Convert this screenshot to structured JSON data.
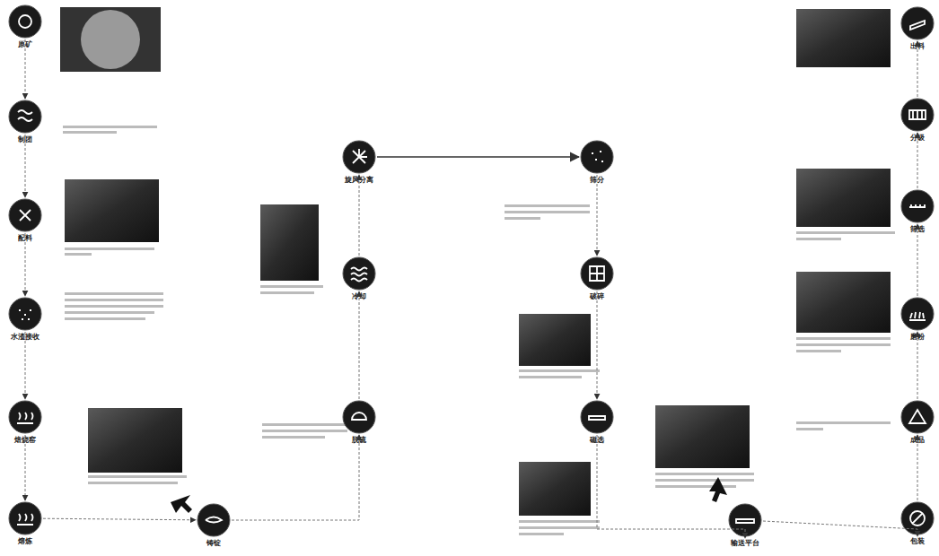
{
  "diagram": {
    "nodes": [
      {
        "text": [
          "原矿"
        ]
      },
      {
        "text": [
          "制团"
        ]
      },
      {
        "text": [
          "配料"
        ]
      },
      {
        "text": [
          "水渣接收"
        ]
      },
      {
        "text": [
          "焙烧窑"
        ]
      },
      {
        "text": [
          "熔炼"
        ]
      },
      {
        "text": [
          "铸锭"
        ]
      },
      {
        "text": [
          "脱硫"
        ]
      },
      {
        "text": [
          "冷却"
        ]
      },
      {
        "text": [
          "旋风分离"
        ]
      },
      {
        "text": [
          "筛分"
        ]
      },
      {
        "text": [
          "破碎"
        ]
      },
      {
        "text": [
          "磁选"
        ]
      },
      {
        "text": [
          "输送平台"
        ]
      },
      {
        "text": [
          "包装"
        ]
      },
      {
        "text": [
          "成品"
        ]
      },
      {
        "text": [
          "磨粉"
        ]
      },
      {
        "text": [
          "筛选"
        ]
      },
      {
        "text": [
          "分级"
        ]
      },
      {
        "text": [
          "出料"
        ]
      }
    ],
    "edges": [
      {
        "from": 0,
        "to": 1,
        "arrow": "to"
      },
      {
        "from": 1,
        "to": 2,
        "arrow": "to"
      },
      {
        "from": 2,
        "to": 3,
        "arrow": "to"
      },
      {
        "from": 3,
        "to": 4,
        "arrow": "to"
      },
      {
        "from": 4,
        "to": 5,
        "arrow": "to"
      },
      {
        "from": 5,
        "to": 6,
        "arrow": "to"
      },
      {
        "from": 6,
        "to": 7,
        "arrow": "to"
      },
      {
        "from": 7,
        "to": 8,
        "arrow": "to"
      },
      {
        "from": 8,
        "to": 9,
        "arrow": "to"
      },
      {
        "from": 9,
        "to": 10,
        "arrow": "to"
      },
      {
        "from": 10,
        "to": 11,
        "arrow": "to"
      },
      {
        "from": 11,
        "to": 12,
        "arrow": "to"
      },
      {
        "from": 12,
        "to": 13,
        "arrow": "to"
      },
      {
        "from": 13,
        "to": 14,
        "arrow": "to"
      },
      {
        "from": 14,
        "to": 15,
        "arrow": "to"
      },
      {
        "from": 15,
        "to": 16,
        "arrow": "to"
      },
      {
        "from": 16,
        "to": 17,
        "arrow": "to"
      },
      {
        "from": 17,
        "to": 18,
        "arrow": "to"
      },
      {
        "from": 18,
        "to": 19,
        "arrow": "to"
      }
    ]
  }
}
